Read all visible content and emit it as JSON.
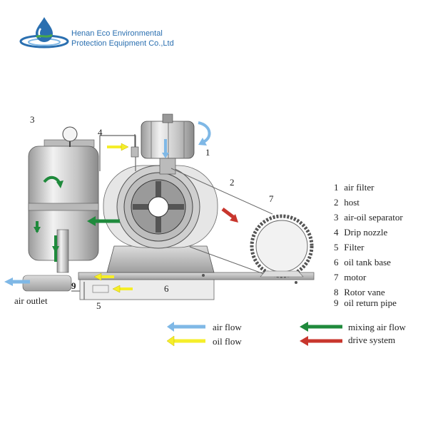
{
  "company": {
    "line1": "Henan Eco Environmental",
    "line2": "Protection Equipment Co.,Ltd"
  },
  "callouts": {
    "c1": "1",
    "c2": "2",
    "c3": "3",
    "c4": "4",
    "c5": "5",
    "c6": "6",
    "c7": "7",
    "c9": "9",
    "air_outlet": "air outlet"
  },
  "components": [
    {
      "num": "1",
      "label": "air filter"
    },
    {
      "num": "2",
      "label": "host"
    },
    {
      "num": "3",
      "label": "air-oil separator"
    },
    {
      "num": "4",
      "label": "Drip nozzle"
    },
    {
      "num": "5",
      "label": "Filter"
    },
    {
      "num": "6",
      "label": "oil tank base"
    },
    {
      "num": "7",
      "label": "motor"
    },
    {
      "num": "8",
      "label": "Rotor vane"
    },
    {
      "num": "9",
      "label": "oil return pipe"
    }
  ],
  "flow_legend": {
    "air_flow": "air flow",
    "oil_flow": "oil flow",
    "mixing_air_flow": "mixing air flow",
    "drive_system": "drive system"
  },
  "colors": {
    "air": "#7fb8e6",
    "oil": "#f5ee2a",
    "mixing": "#1f8a3c",
    "drive": "#c8362d",
    "logo": "#2a6fb0"
  }
}
